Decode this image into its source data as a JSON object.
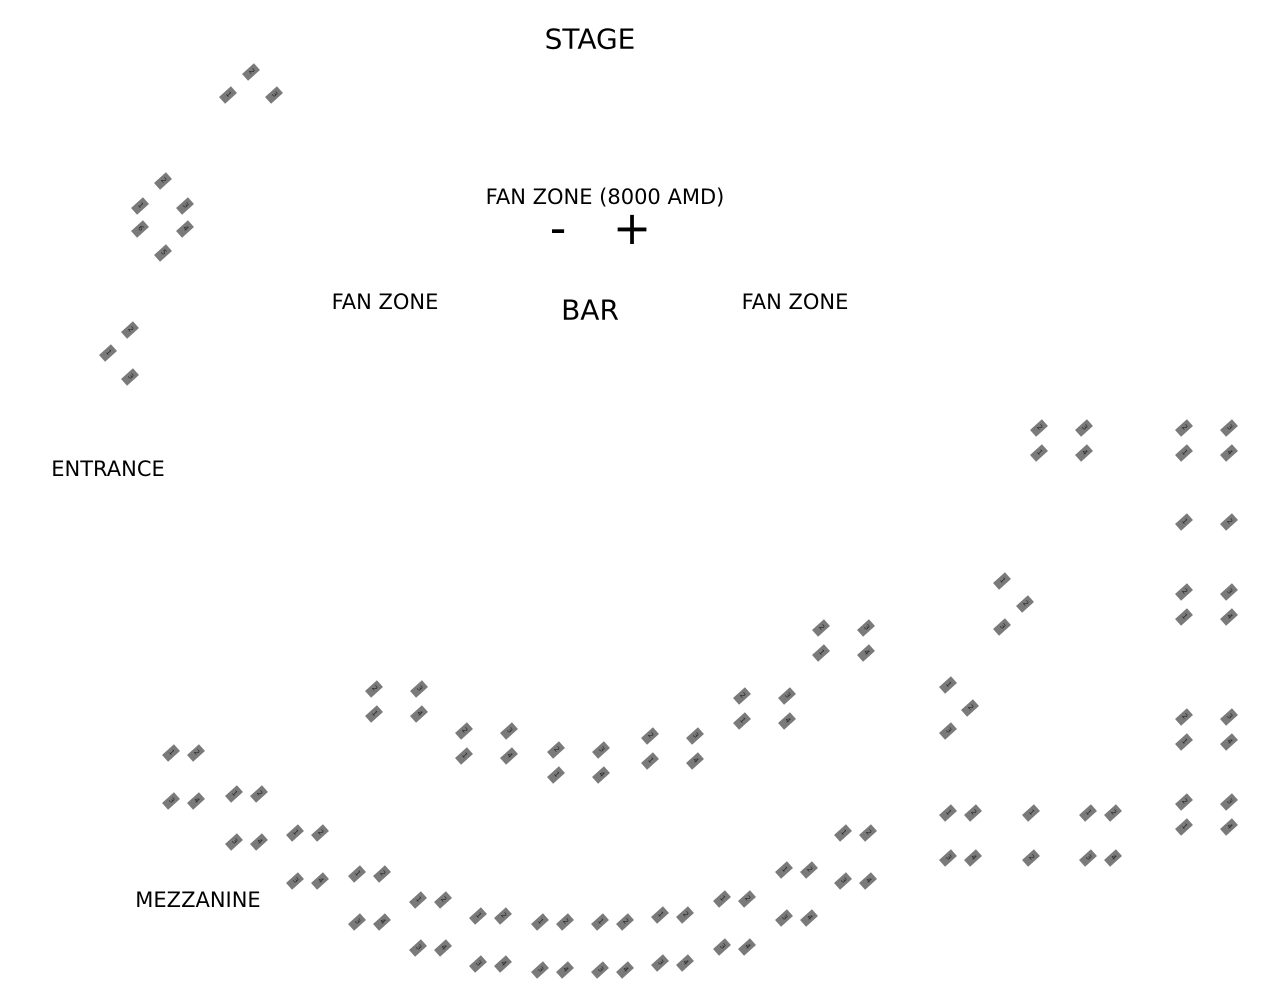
{
  "labels": {
    "stage": "STAGE",
    "fan_zone_priced": "FAN ZONE (8000 AMD)",
    "zoom_out": "-",
    "zoom_in": "+",
    "fan_zone_left": "FAN ZONE",
    "bar": "BAR",
    "fan_zone_right": "FAN ZONE",
    "entrance": "ENTRANCE",
    "mezzanine": "MEZZANINE"
  },
  "colors": {
    "seat": "#7a7a7a",
    "text": "#000000"
  },
  "tables": [
    {
      "seats": [
        "1",
        "2",
        "3"
      ]
    },
    {
      "seats": [
        "1",
        "2",
        "3",
        "4",
        "5",
        "6"
      ]
    },
    {
      "seats": [
        "1",
        "2",
        "3"
      ]
    },
    {
      "seats": [
        "2",
        "3",
        "1",
        "4"
      ]
    },
    {
      "seats": [
        "2",
        "3",
        "1",
        "4"
      ]
    },
    {
      "seats": [
        "1",
        "2"
      ]
    },
    {
      "seats": [
        "2",
        "3",
        "1",
        "4"
      ]
    },
    {
      "seats": [
        "1",
        "2",
        "3"
      ]
    },
    {
      "seats": [
        "1",
        "2",
        "3"
      ]
    },
    {
      "seats": [
        "2",
        "3",
        "1",
        "4"
      ]
    },
    {
      "seats": [
        "2",
        "3",
        "1",
        "4"
      ]
    },
    {
      "seats": [
        "1",
        "2",
        "3",
        "4"
      ]
    },
    {
      "seats": [
        "1",
        "2"
      ]
    },
    {
      "seats": [
        "1",
        "2",
        "3",
        "4"
      ]
    },
    {
      "seats": [
        "2",
        "3",
        "1",
        "4"
      ]
    },
    {
      "seats": [
        "2",
        "3",
        "1",
        "4"
      ]
    },
    {
      "seats": [
        "2",
        "3",
        "1",
        "4"
      ]
    },
    {
      "seats": [
        "2",
        "3",
        "1",
        "4"
      ]
    },
    {
      "seats": [
        "2",
        "3",
        "1",
        "4"
      ]
    },
    {
      "seats": [
        "2",
        "3",
        "1",
        "4"
      ]
    },
    {
      "seats": [
        "1",
        "2",
        "3",
        "4"
      ]
    },
    {
      "seats": [
        "1",
        "2",
        "3",
        "4"
      ]
    },
    {
      "seats": [
        "1",
        "2",
        "3",
        "4"
      ]
    },
    {
      "seats": [
        "1",
        "2",
        "3",
        "4"
      ]
    },
    {
      "seats": [
        "1",
        "2",
        "3",
        "4"
      ]
    },
    {
      "seats": [
        "1",
        "2",
        "3",
        "4"
      ]
    },
    {
      "seats": [
        "1",
        "2",
        "3",
        "4"
      ]
    },
    {
      "seats": [
        "1",
        "2",
        "3",
        "4"
      ]
    },
    {
      "seats": [
        "1",
        "2",
        "3",
        "4"
      ]
    },
    {
      "seats": [
        "1",
        "2",
        "3",
        "4"
      ]
    },
    {
      "seats": [
        "1",
        "2",
        "3",
        "4"
      ]
    },
    {
      "seats": [
        "1",
        "2",
        "3",
        "4"
      ]
    }
  ]
}
